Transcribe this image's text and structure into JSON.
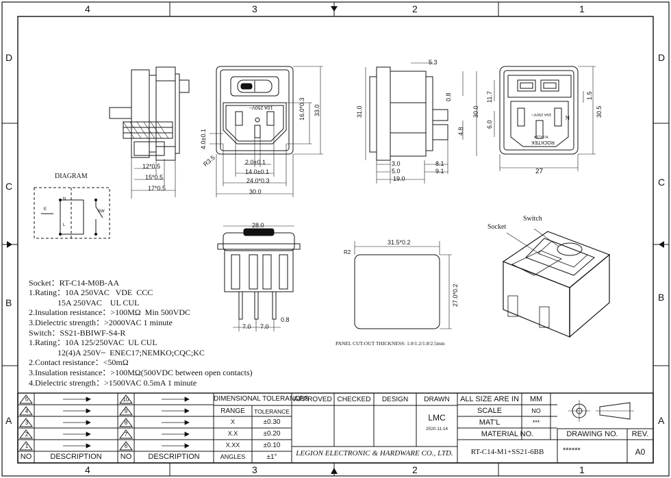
{
  "zones": {
    "columns": [
      "4",
      "3",
      "2",
      "1"
    ],
    "rows": [
      "D",
      "C",
      "B",
      "A"
    ]
  },
  "views": {
    "diagram_title": "DIAGRAM",
    "diagram_labels": {
      "n": "N",
      "l": "L",
      "sw": "SW",
      "e": "E"
    },
    "panel_cutout_note": "PANEL CUT-OUT  THICKNESS: 1.0/1.2/1.8/2.5mm",
    "iso_socket_label": "Socket",
    "iso_switch_label": "Switch",
    "face_marks": {
      "rating": "10A 250V~",
      "brand": "ROCKTEK",
      "model": "RT-C14",
      "rating_rear": "15A 250V~",
      "n": "N"
    }
  },
  "dimensions": {
    "side_left": [
      "12*0.5",
      "15*0.5",
      "17*0.5"
    ],
    "front": [
      "2.0±0.1",
      "14.0±0.1",
      "24.0*0.3",
      "30.0",
      "16.0*0.3",
      "33.0",
      "4.0±0.1",
      "R3.5"
    ],
    "side_right": [
      "5.3",
      "0.8",
      "31.0",
      "30.0",
      "4.8",
      "3.0",
      "5.0",
      "19.0",
      "8.1",
      "9.1"
    ],
    "rear": [
      "11.7",
      "1.5",
      "6.0",
      "30.5",
      "27"
    ],
    "switch_view": [
      "28.0",
      "0.8",
      "7.0",
      "7.0"
    ],
    "cutout": [
      "31.5*0.2",
      "27.0*0.2",
      "R2"
    ]
  },
  "specs": [
    "Socket：RT-C14-M0B-AA",
    "1.Rating：10A 250VAC   VDE  CCC",
    "              15A 250VAC    UL CUL",
    "2.Insulation resistance：>100MΩ  Min 500VDC",
    "3.Dielectric strength：>2000VAC 1 minute",
    "Switch：SS21-BBIWF-S4-R",
    "1.Rating：10A 125/250VAC  UL CUL",
    "              12(4)A 250V~  ENEC17;NEMKO;CQC;KC",
    "2.Contact resistance：<50mΩ",
    "3.Insulation resistance：>100MΩ(500VDC between open contacts)",
    "4.Dielectric strength：>1500VAC 0.5mA 1 minute"
  ],
  "revisions": {
    "left_nos": [
      "5",
      "4",
      "3",
      "2",
      "1"
    ],
    "right_nos": [
      "10",
      "9",
      "8",
      "7",
      "6"
    ],
    "no_header": "NO",
    "desc_header": "DESCRIPTION"
  },
  "tolerances": {
    "title": "DIMENSIONAL  TOLERANCES",
    "range_header": "RANGE",
    "tol_header": "TOLERANCE",
    "rows": [
      {
        "range": "X",
        "tol": "±0.30"
      },
      {
        "range": "X.X",
        "tol": "±0.20"
      },
      {
        "range": "X.XX",
        "tol": "±0.10"
      },
      {
        "range": "ANGLES",
        "tol": "±1°"
      }
    ]
  },
  "signoff": {
    "approved": "APPROVED",
    "checked": "CHECKED",
    "design": "DESIGN",
    "drawn": "DRAWN",
    "drawn_name": "LMC",
    "drawn_date": "2020.11.14"
  },
  "title_block": {
    "all_size": "ALL SIZE ARE IN",
    "all_size_val": "MM",
    "scale": "SCALE",
    "scale_val": "NO",
    "matl": "MAT'L",
    "matl_val": "***",
    "material_no": "MATERIAL  NO.",
    "drawing_no": "DRAWING NO.",
    "rev": "REV.",
    "company": "LEGION ELECTRONIC & HARDWARE CO., LTD.",
    "part_no": "RT-C14-M1+SS21-6BB",
    "drawing_no_val": "******",
    "rev_val": "A0"
  }
}
